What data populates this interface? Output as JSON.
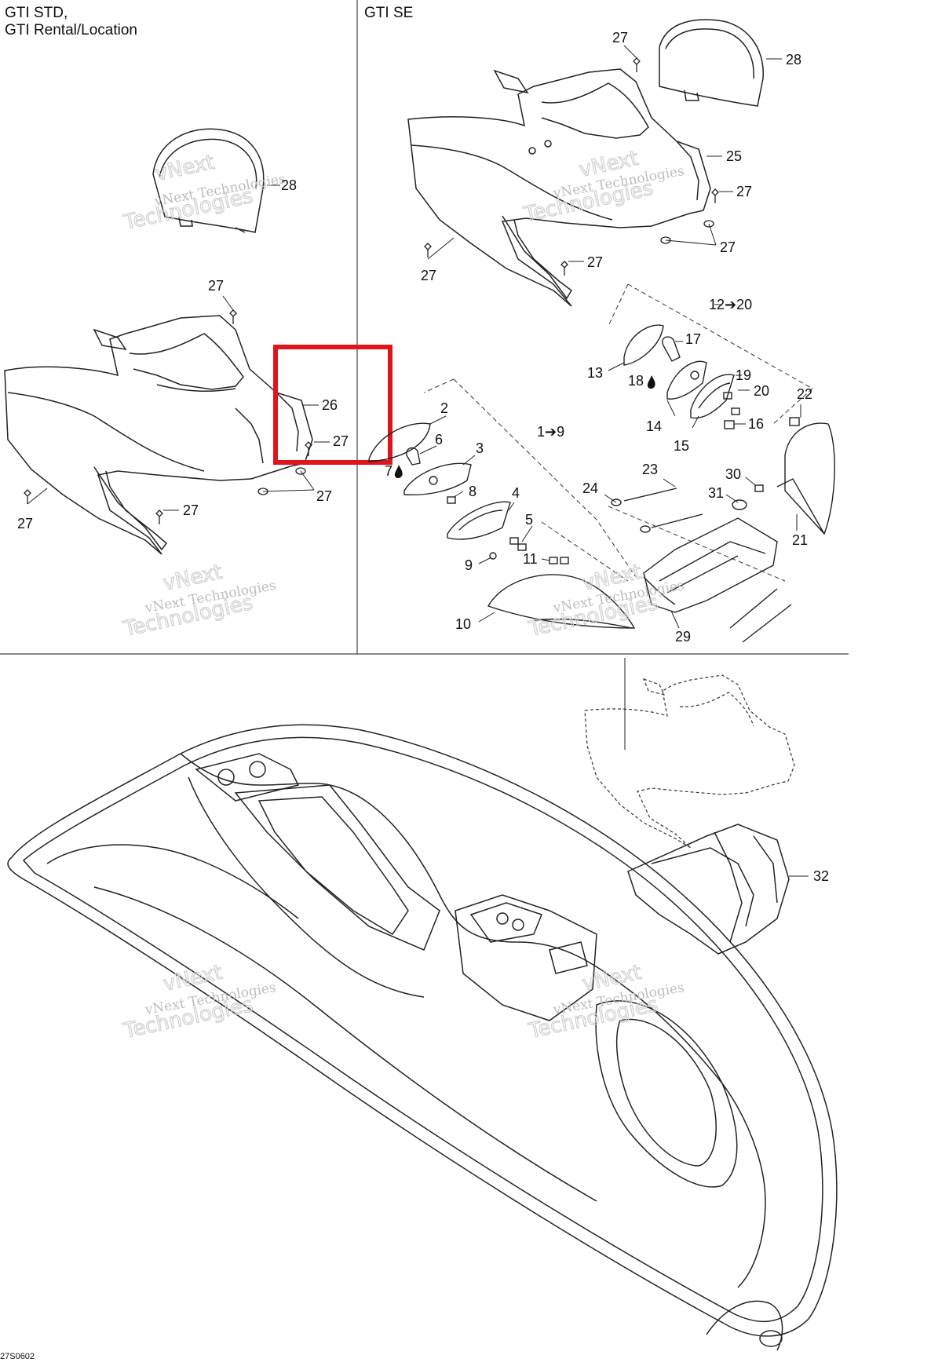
{
  "panels": {
    "std_title_line1": "GTI STD,",
    "std_title_line2": "GTI Rental/Location",
    "se_title": "GTI SE"
  },
  "watermark": {
    "line1": "vNext",
    "line2": "vNext Technologies",
    "line3": "Technologies"
  },
  "callouts": {
    "std_28": "28",
    "std_27_top": "27",
    "std_26": "26",
    "std_27_mid": "27",
    "std_27_right": "27",
    "std_27_bottom": "27",
    "std_27_left": "27",
    "se_27_top": "27",
    "se_28": "28",
    "se_25": "25",
    "se_27_right": "27",
    "se_27_right_low": "27",
    "se_27_left": "27",
    "se_27_center": "27",
    "se_12_20": "12➔20",
    "se_17": "17",
    "se_13": "13",
    "se_18": "18",
    "se_19": "19",
    "se_20": "20",
    "se_22": "22",
    "se_14": "14",
    "se_16": "16",
    "se_15": "15",
    "se_2": "2",
    "se_1_9": "1➔9",
    "se_6": "6",
    "se_3": "3",
    "se_7": "7",
    "se_23": "23",
    "se_30": "30",
    "se_8": "8",
    "se_24": "24",
    "se_31": "31",
    "se_4": "4",
    "se_21": "21",
    "se_5": "5",
    "se_9": "9",
    "se_11": "11",
    "se_10": "10",
    "se_29": "29",
    "hull_32": "32"
  },
  "drawing_code": "27S0602",
  "colors": {
    "highlight_box": "#e0141b",
    "line": "#222222",
    "watermark": "#c4c4c4"
  }
}
